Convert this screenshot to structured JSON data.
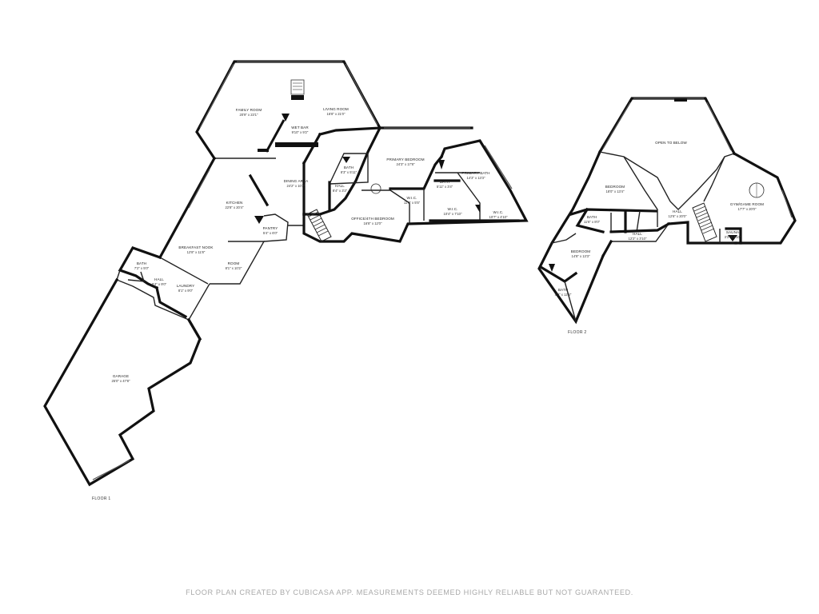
{
  "floors": [
    {
      "label": "FLOOR 1",
      "rooms": [
        {
          "name": "FAMILY ROOM",
          "dims": "20'9\" x 23'1\""
        },
        {
          "name": "LIVING ROOM",
          "dims": "16'8\" x 21'0\""
        },
        {
          "name": "WET BAR",
          "dims": "9'10\" x 9'2\""
        },
        {
          "name": "DINING AREA",
          "dims": "24'2\" x 10'2\""
        },
        {
          "name": "KITCHEN",
          "dims": "22'8\" x 20'4\""
        },
        {
          "name": "PANTRY",
          "dims": "5'4\" x 6'0\""
        },
        {
          "name": "BREAKFAST NOOK",
          "dims": "12'8\" x 11'8\""
        },
        {
          "name": "ROOM",
          "dims": "8'1\" x 10'2\""
        },
        {
          "name": "BATH",
          "dims": "7'2\" x 5'0\""
        },
        {
          "name": "HALL",
          "dims": "8'4\" x 9'0\""
        },
        {
          "name": "LAUNDRY",
          "dims": "8'1\" x 9'0\""
        },
        {
          "name": "GARAGE",
          "dims": "25'0\" x 47'8\""
        },
        {
          "name": "BATH",
          "dims": "8'3\" x 5'11\""
        },
        {
          "name": "HALL",
          "dims": "8'4\" x 3'2\""
        },
        {
          "name": "PRIMARY BEDROOM",
          "dims": "24'3\" x 17'8\""
        },
        {
          "name": "BATH",
          "dims": "5'11\" x 3'4\""
        },
        {
          "name": "PRIMARY BATH",
          "dims": "14'3\" x 13'3\""
        },
        {
          "name": "W.I.C.",
          "dims": "11'8\" x 5'5\""
        },
        {
          "name": "W.I.C.",
          "dims": "10'4\" x 7'10\""
        },
        {
          "name": "W.I.C.",
          "dims": "10'7\" x 4'10\""
        },
        {
          "name": "OFFICE/4TH BEDROOM",
          "dims": "16'8\" x 12'0\""
        }
      ]
    },
    {
      "label": "FLOOR 2",
      "rooms": [
        {
          "name": "OPEN TO BELOW",
          "dims": ""
        },
        {
          "name": "BEDROOM",
          "dims": "18'0\" x 13'4\""
        },
        {
          "name": "BATH",
          "dims": "11'6\" x 8'0\""
        },
        {
          "name": "HALL",
          "dims": "12'2\" x 3'10\""
        },
        {
          "name": "HALL",
          "dims": "12'6\" x 20'0\""
        },
        {
          "name": "GYM/GAME ROOM",
          "dims": "17'7\" x 20'0\""
        },
        {
          "name": "SAUNA",
          "dims": "3'3\" x 3'10\""
        },
        {
          "name": "BEDROOM",
          "dims": "14'8\" x 13'3\""
        },
        {
          "name": "BATH",
          "dims": "8'0\" x 12'4\""
        }
      ]
    }
  ],
  "footer": "FLOOR PLAN CREATED BY CUBICASA APP. MEASUREMENTS DEEMED HIGHLY RELIABLE BUT NOT GUARANTEED."
}
